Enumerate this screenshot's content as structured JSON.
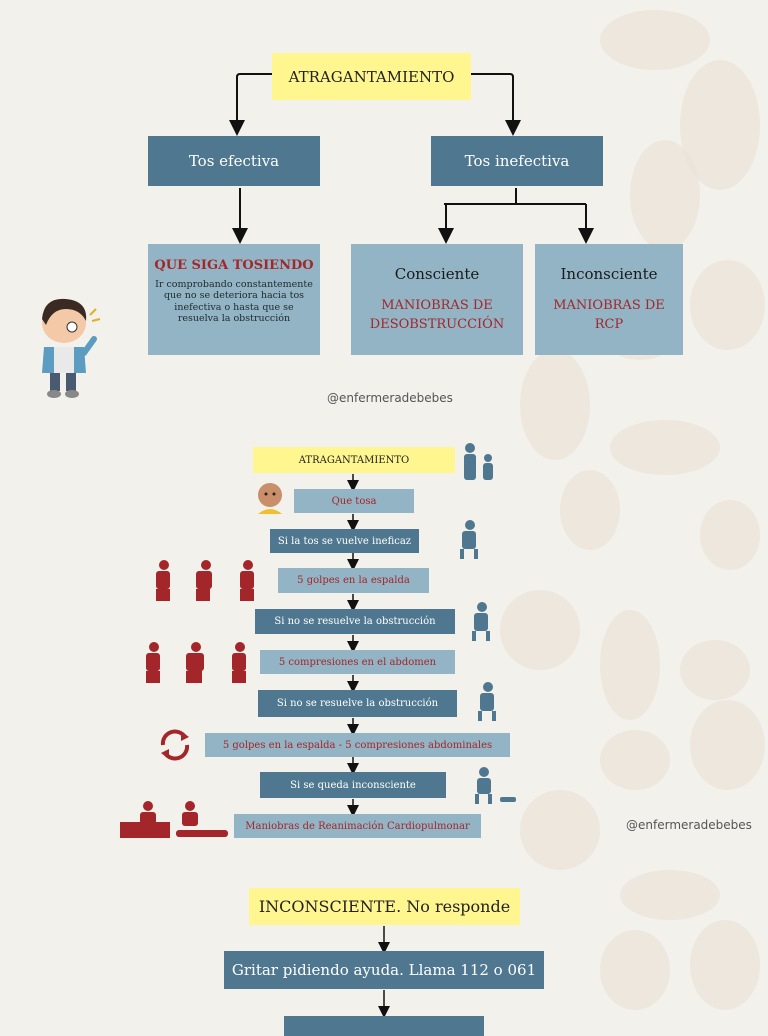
{
  "top": {
    "root": "ATRAGANTAMIENTO",
    "left": "Tos efectiva",
    "right": "Tos inefectiva",
    "left_title": "QUE SIGA TOSIENDO",
    "left_body": "Ir comprobando constantemente que no se deteriora hacia tos inefectiva o hasta que se resuelva la obstrucción",
    "conscious_title": "Consciente",
    "conscious_action": "MANIOBRAS DE DESOBSTRUCCIÓN",
    "unconscious_title": "Inconsciente",
    "unconscious_action": "MANIOBRAS DE RCP",
    "watermark": "@enfermeradebebes"
  },
  "middle": {
    "steps": [
      "ATRAGANTAMIENTO",
      "Que tosa",
      "Si la tos se vuelve ineficaz",
      "5 golpes en la espalda",
      "Si no se resuelve la obstrucción",
      "5 compresiones en el abdomen",
      "Si no se resuelve la obstrucción",
      "5 golpes en la espalda - 5 compresiones abdominales",
      "Si se queda inconsciente",
      "Maniobras de Reanimación Cardiopulmonar"
    ],
    "watermark": "@enfermeradebebes"
  },
  "bottom": {
    "title": "INCONSCIENTE. No responde",
    "step1": "Gritar pidiendo ayuda. Llama 112 o 061"
  },
  "colors": {
    "dark": "#4f7890",
    "light": "#93b4c4",
    "yellow": "#fff68f",
    "red": "#a3262a"
  }
}
